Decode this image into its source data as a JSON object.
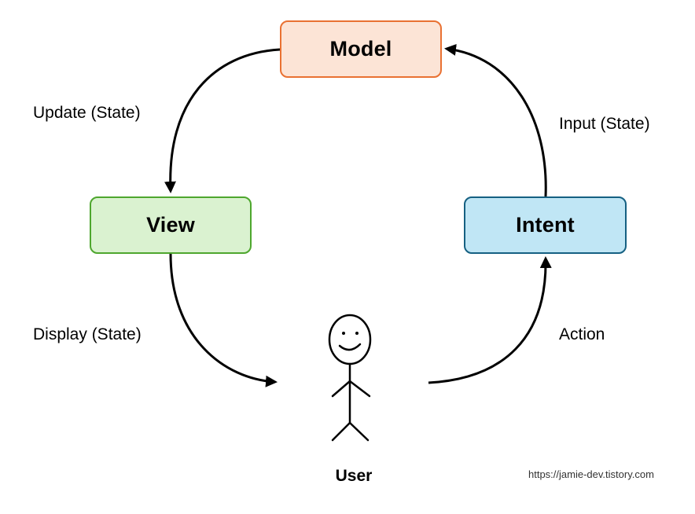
{
  "nodes": {
    "model": {
      "label": "Model",
      "fill": "#fce4d6",
      "border": "#e97132"
    },
    "view": {
      "label": "View",
      "fill": "#daf2d0",
      "border": "#4ea72e"
    },
    "intent": {
      "label": "Intent",
      "fill": "#c0e6f5",
      "border": "#156082"
    }
  },
  "edges": {
    "model_to_view": {
      "label": "Update (State)"
    },
    "view_to_user": {
      "label": "Display (State)"
    },
    "user_to_intent": {
      "label": "Action"
    },
    "intent_to_model": {
      "label": "Input (State)"
    }
  },
  "user": {
    "label": "User",
    "icon": "stick-figure-icon"
  },
  "source_url": "https://jamie-dev.tistory.com",
  "colors": {
    "arrow": "#000000",
    "text": "#000000"
  }
}
